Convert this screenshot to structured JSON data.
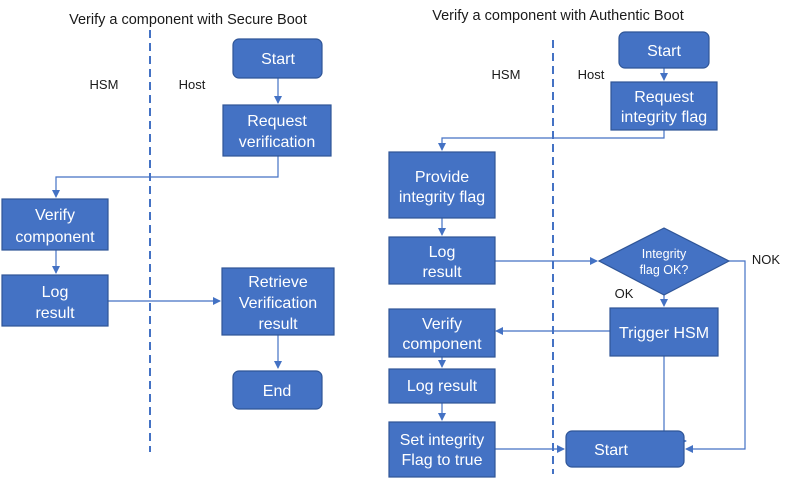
{
  "secure_boot": {
    "title": "Verify a component with Secure Boot",
    "lanes": {
      "hsm": "HSM",
      "host": "Host"
    },
    "start": "Start",
    "request_verification": [
      "Request",
      "verification"
    ],
    "verify_component": [
      "Verify",
      "component"
    ],
    "log_result": [
      "Log",
      "result"
    ],
    "retrieve_result": [
      "Retrieve",
      "Verification",
      "result"
    ],
    "end": "End"
  },
  "authentic_boot": {
    "title": "Verify a component with Authentic Boot",
    "lanes": {
      "hsm": "HSM",
      "host": "Host"
    },
    "start": "Start",
    "request_flag": [
      "Request",
      "integrity flag"
    ],
    "provide_flag": [
      "Provide",
      "integrity flag"
    ],
    "log_result_1": [
      "Log",
      "result"
    ],
    "decision": [
      "Integrity",
      "flag OK?"
    ],
    "ok_label": "OK",
    "nok_label": "NOK",
    "trigger_hsm": "Trigger HSM",
    "verify_component": [
      "Verify",
      "component"
    ],
    "log_result_2": "Log result",
    "set_flag": [
      "Set integrity",
      "Flag to true"
    ],
    "end_start": "Start"
  }
}
